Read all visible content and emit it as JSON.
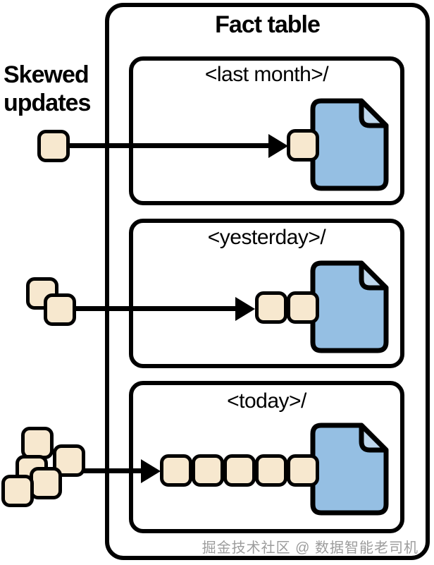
{
  "diagram": {
    "title": "Fact table",
    "side_label": "Skewed updates",
    "partitions": [
      {
        "label": "<last month>/",
        "update_count": 1
      },
      {
        "label": "<yesterday>/",
        "update_count": 2
      },
      {
        "label": "<today>/",
        "update_count": 5
      }
    ],
    "skewed_update_clusters": [
      {
        "count": 1
      },
      {
        "count": 2
      },
      {
        "count": 5
      }
    ],
    "watermark": "掘金技术社区 @ 数据智能老司机",
    "colors": {
      "stroke": "#000000",
      "update_square_fill": "#F7E8CF",
      "file_fill": "#95BFE3",
      "file_fold_fill": "#BED7ED",
      "watermark": "#9C9C9C",
      "background": "#FFFFFF"
    }
  }
}
